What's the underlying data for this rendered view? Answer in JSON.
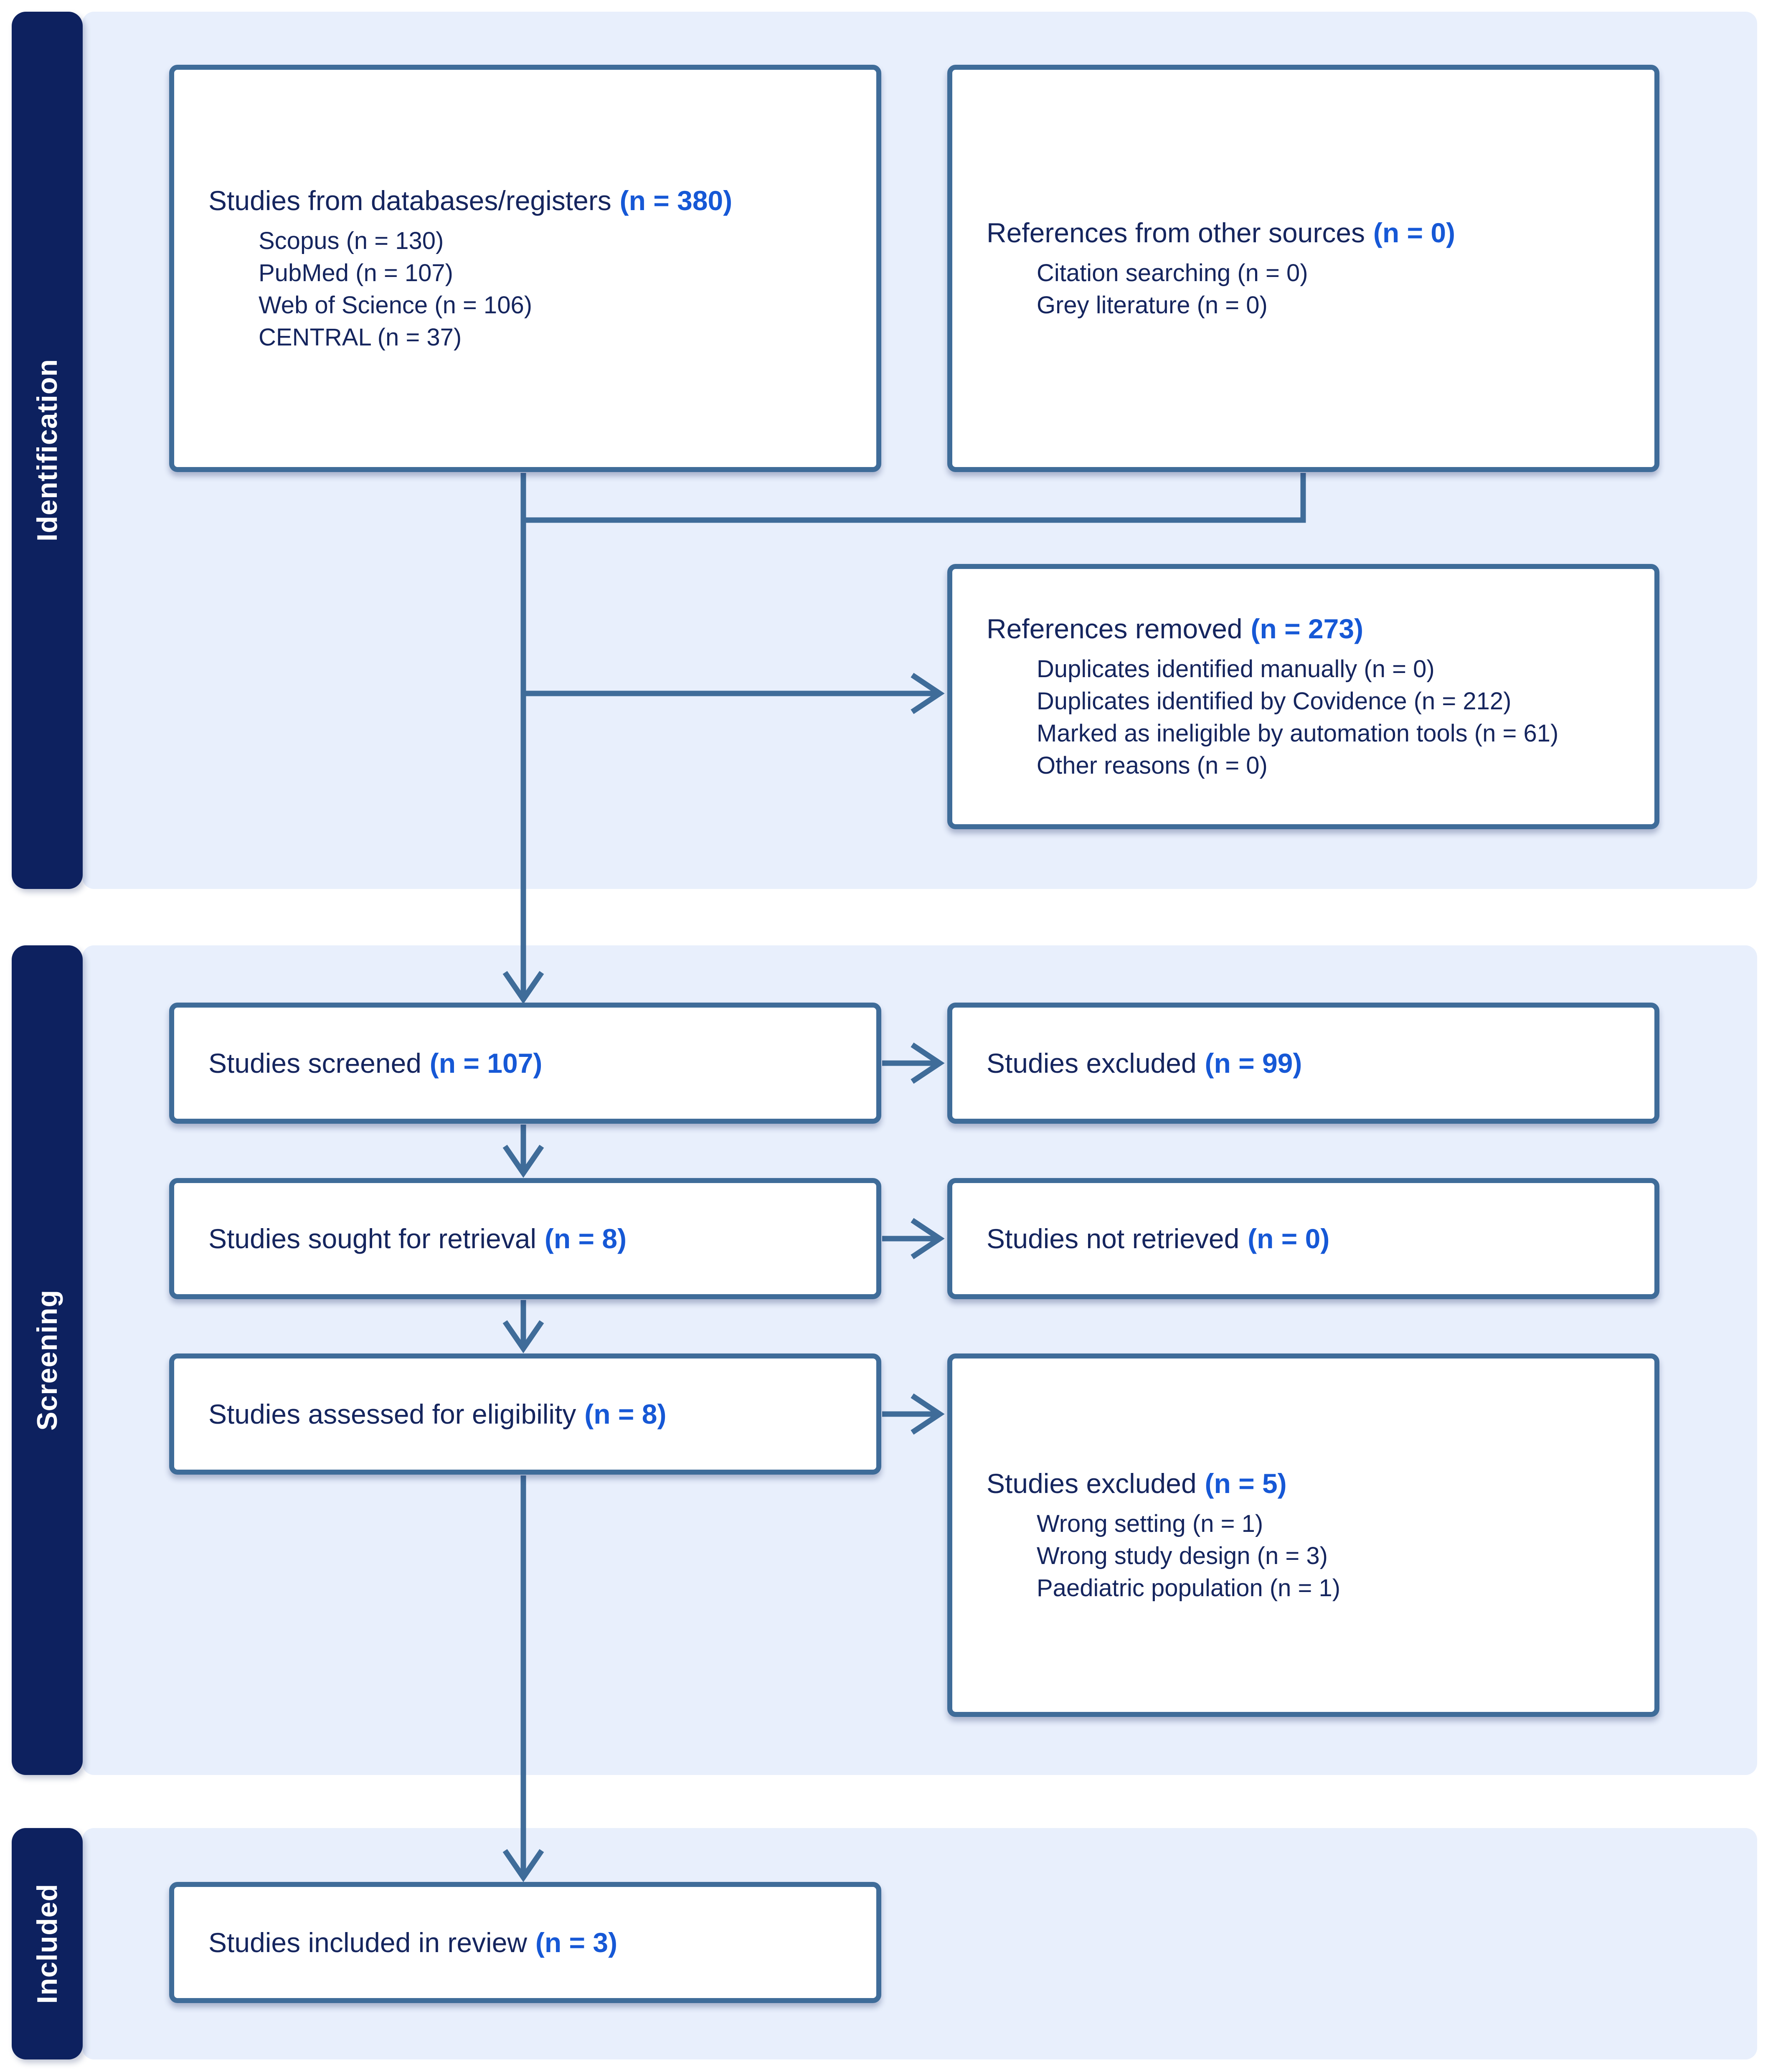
{
  "colors": {
    "sidebar_navy": "#0d215f",
    "panel_blue": "#e8effc",
    "box_border": "#3f6c99",
    "text_navy": "#15255e",
    "count_blue": "#1658d6",
    "connector": "#3f6c99"
  },
  "sidebar": {
    "sections": [
      {
        "label": "Identification"
      },
      {
        "label": "Screening"
      },
      {
        "label": "Included"
      }
    ]
  },
  "boxes": {
    "databases": {
      "title": "Studies from databases/registers",
      "count": "(n = 380)",
      "items": [
        "Scopus (n = 130)",
        "PubMed (n = 107)",
        "Web of Science (n = 106)",
        "CENTRAL (n = 37)"
      ]
    },
    "other_sources": {
      "title": "References from other sources",
      "count": "(n = 0)",
      "items": [
        "Citation searching (n = 0)",
        "Grey literature (n = 0)"
      ]
    },
    "references_removed": {
      "title": "References removed",
      "count": "(n = 273)",
      "items": [
        "Duplicates identified manually (n = 0)",
        "Duplicates identified by Covidence (n = 212)",
        "Marked as ineligible by automation tools (n = 61)",
        "Other reasons (n = 0)"
      ]
    },
    "screened": {
      "title": "Studies screened",
      "count": "(n = 107)"
    },
    "excluded_screening": {
      "title": "Studies excluded",
      "count": "(n = 99)"
    },
    "sought": {
      "title": "Studies sought for retrieval",
      "count": "(n = 8)"
    },
    "not_retrieved": {
      "title": "Studies not retrieved",
      "count": "(n = 0)"
    },
    "assessed": {
      "title": "Studies assessed for eligibility",
      "count": "(n = 8)"
    },
    "excluded_eligibility": {
      "title": "Studies excluded",
      "count": "(n = 5)",
      "items": [
        "Wrong setting (n = 1)",
        "Wrong study design (n = 3)",
        "Paediatric population (n = 1)"
      ]
    },
    "included": {
      "title": "Studies included in review",
      "count": "(n = 3)"
    }
  }
}
